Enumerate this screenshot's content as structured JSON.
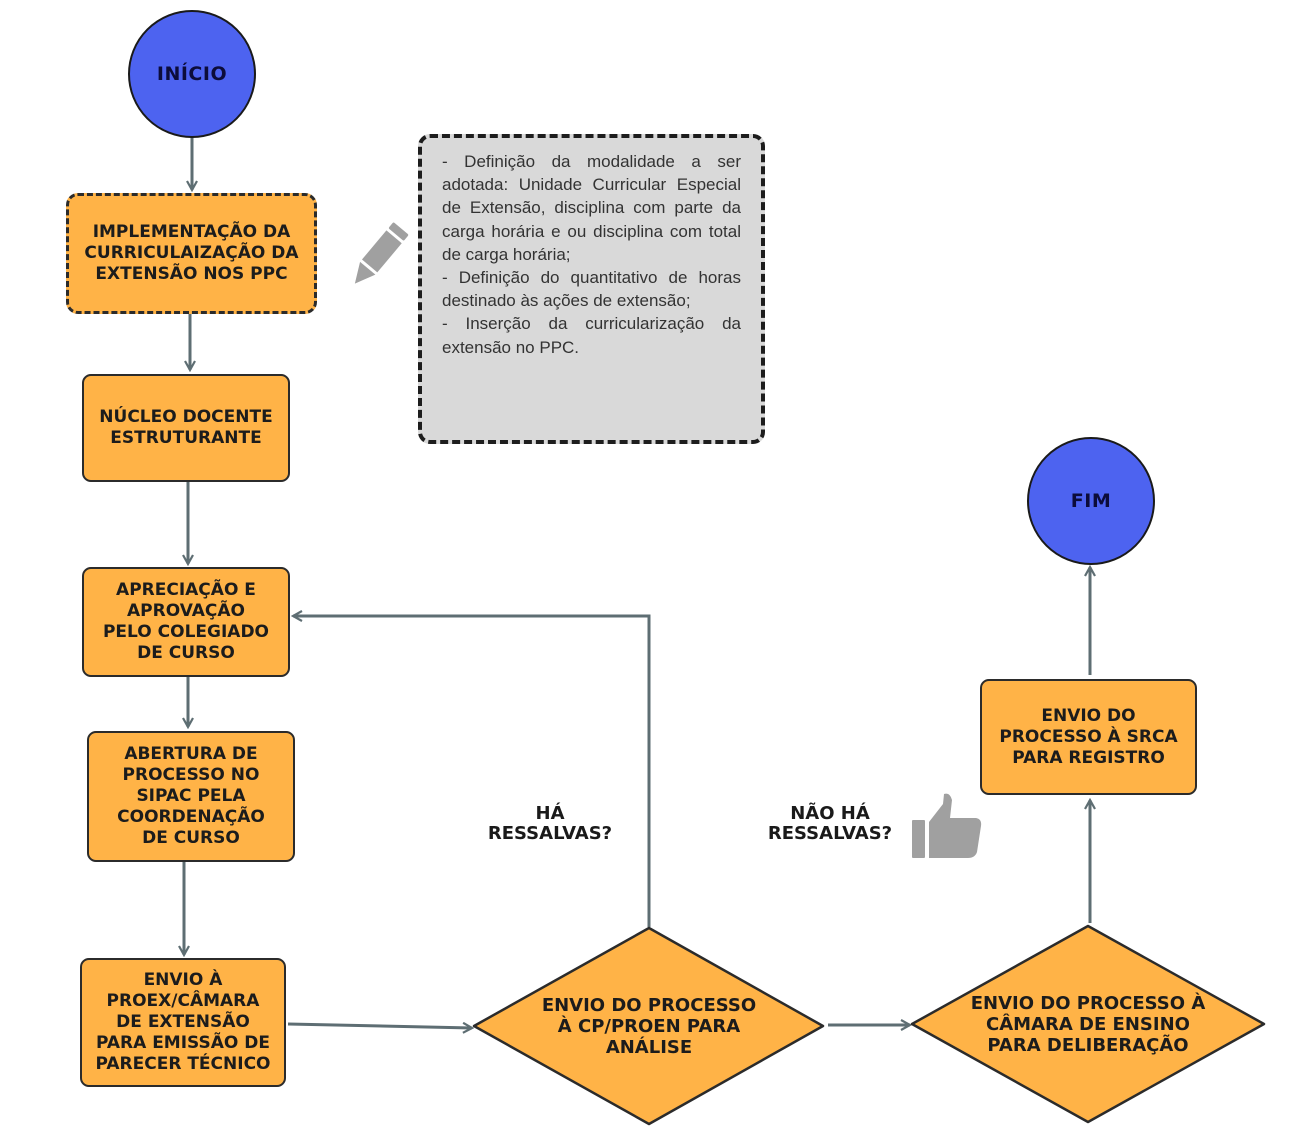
{
  "colors": {
    "start_end": "#4d63f0",
    "process": "#ffb347",
    "note_bg": "#d9d9d9",
    "arrow": "#5e6e73",
    "icon": "#a0a0a0"
  },
  "nodes": {
    "inicio": "INÍCIO",
    "implementacao": "IMPLEMENTAÇÃO DA\nCURRICULAIZAÇÃO DA\nEXTENSÃO NOS PPC",
    "nucleo": "NÚCLEO DOCENTE\nESTRUTURANTE",
    "apreciacao": "APRECIAÇÃO E\nAPROVAÇÃO\nPELO COLEGIADO\nDE CURSO",
    "abertura": "ABERTURA DE\nPROCESSO NO\nSIPAC PELA\nCOORDENAÇÃO\nDE CURSO",
    "envio_proex": "ENVIO À\nPROEX/CÂMARA\nDE EXTENSÃO\nPARA EMISSÃO DE\nPARECER TÉCNICO",
    "envio_cp": "ENVIO DO PROCESSO\nÀ CP/PROEN PARA\nANÁLISE",
    "envio_camara": "ENVIO DO PROCESSO À\nCÂMARA DE ENSINO\nPARA DELIBERAÇÃO",
    "envio_srca": "ENVIO DO\nPROCESSO À SRCA\nPARA REGISTRO",
    "fim": "FIM"
  },
  "note": {
    "text": "- Definição da modalidade a ser adotada: Unidade Curricular Especial de Extensão, disciplina com parte da carga horária e ou disciplina com total de carga horária;\n- Definição do quantitativo de horas destinado às ações de extensão;\n- Inserção da curricularização da extensão no PPC."
  },
  "labels": {
    "ha_ressalvas": "HÁ\nRESSALVAS?",
    "nao_ha_ressalvas": "NÃO HÁ\nRESSALVAS?"
  },
  "icons": {
    "pencil": "pencil-icon",
    "thumbs_up": "thumbs-up-icon"
  }
}
